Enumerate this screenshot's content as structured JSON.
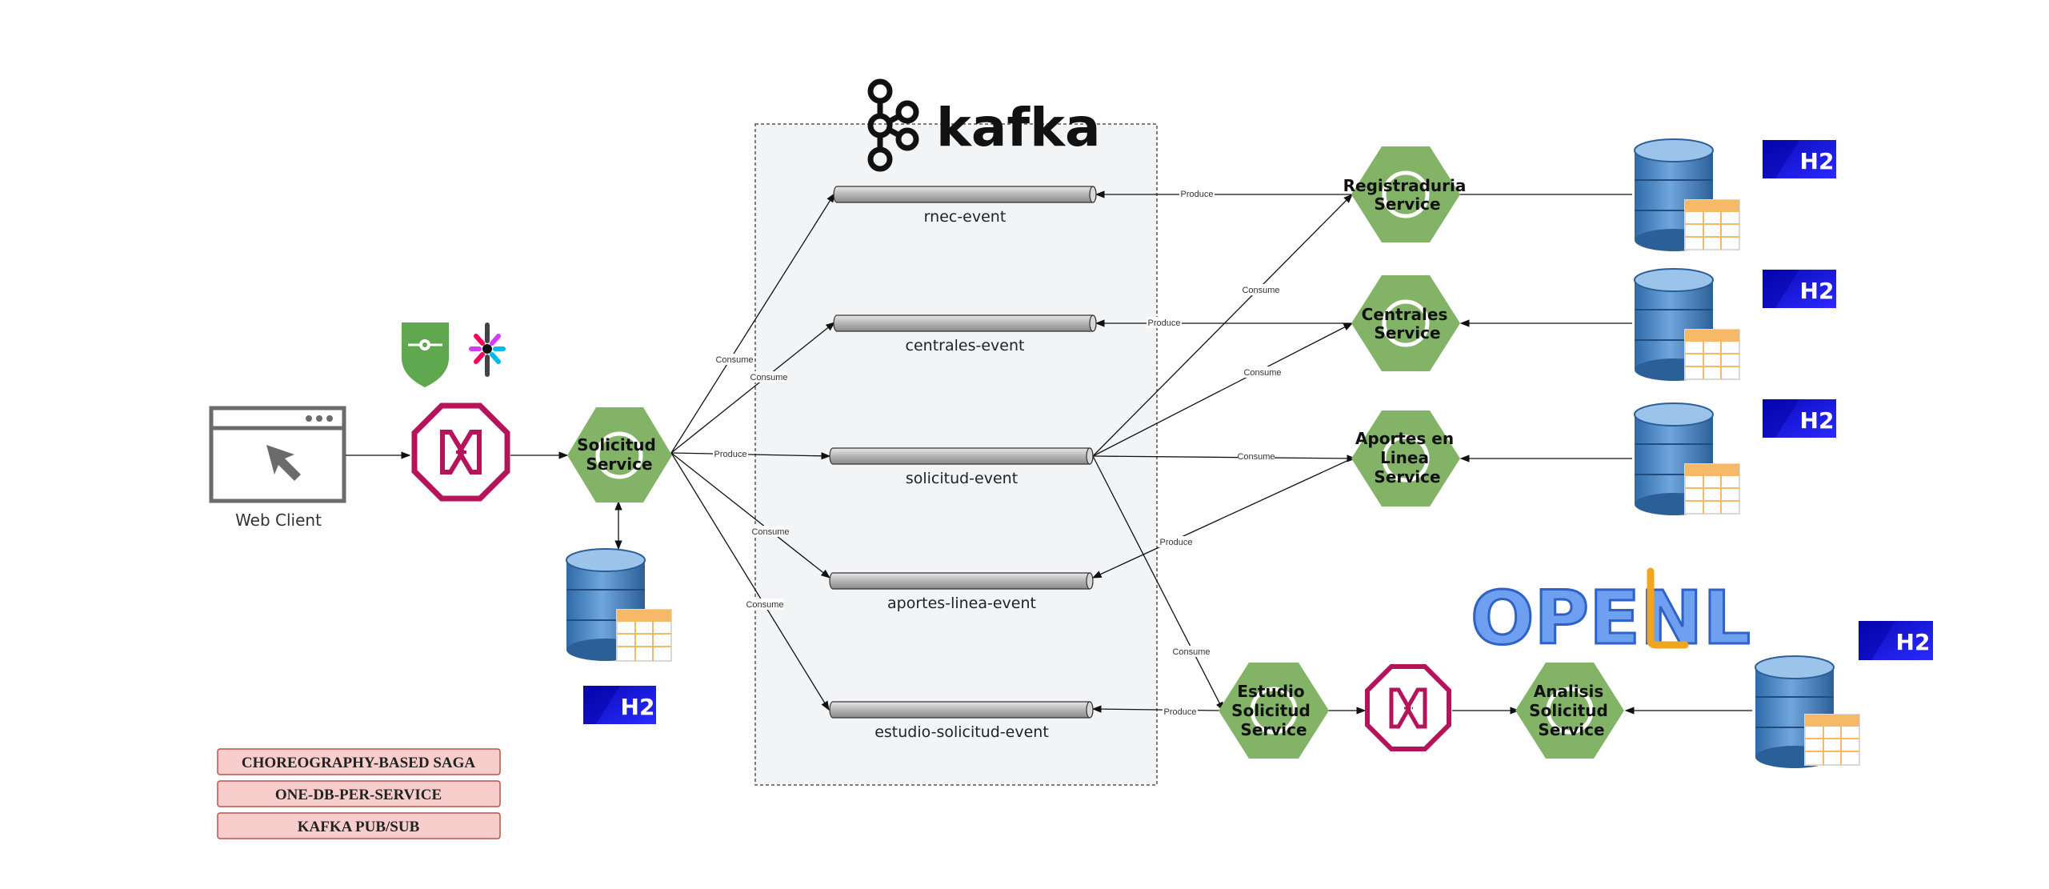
{
  "client": {
    "label": "Web Client",
    "icon": "browser-window-icon"
  },
  "gateway_icon": "api-gateway-icon",
  "security_icons": [
    "shield-icon",
    "jwt-icon"
  ],
  "services": {
    "solicitud": [
      "Solicitud",
      "Service"
    ],
    "registraduria": [
      "Registraduria",
      "Service"
    ],
    "centrales": [
      "Centrales",
      "Service"
    ],
    "aportes": [
      "Aportes en",
      "Linea",
      "Service"
    ],
    "estudio": [
      "Estudio",
      "Solicitud",
      "Service"
    ],
    "analisis": [
      "Analisis",
      "Solicitud",
      "Service"
    ]
  },
  "topics": {
    "rnec": "rnec-event",
    "centrales": "centrales-event",
    "solicitud": "solicitud-event",
    "aportes": "aportes-linea-event",
    "estudio": "estudio-solicitud-event"
  },
  "edge_labels": {
    "consume": "Consume",
    "produce": "Produce"
  },
  "database": {
    "badge": "H2"
  },
  "logos": {
    "kafka": "kafka",
    "openl": "OPENL"
  },
  "legend": [
    "CHOREOGRAPHY-BASED SAGA",
    "ONE-DB-PER-SERVICE",
    "KAFKA PUB/SUB"
  ],
  "colors": {
    "service_green": "#82b366",
    "topic_gray": "#bdbdbd",
    "h2_blue": "#1a1ae6",
    "db_blue": "#4a86c5",
    "db_table": "#f5b968",
    "gateway_crimson": "#b5145b",
    "legend_fill": "#f8cecc",
    "legend_stroke": "#b85450",
    "openl_blue": "#5d8fe6",
    "openl_orange": "#f0a51e"
  }
}
